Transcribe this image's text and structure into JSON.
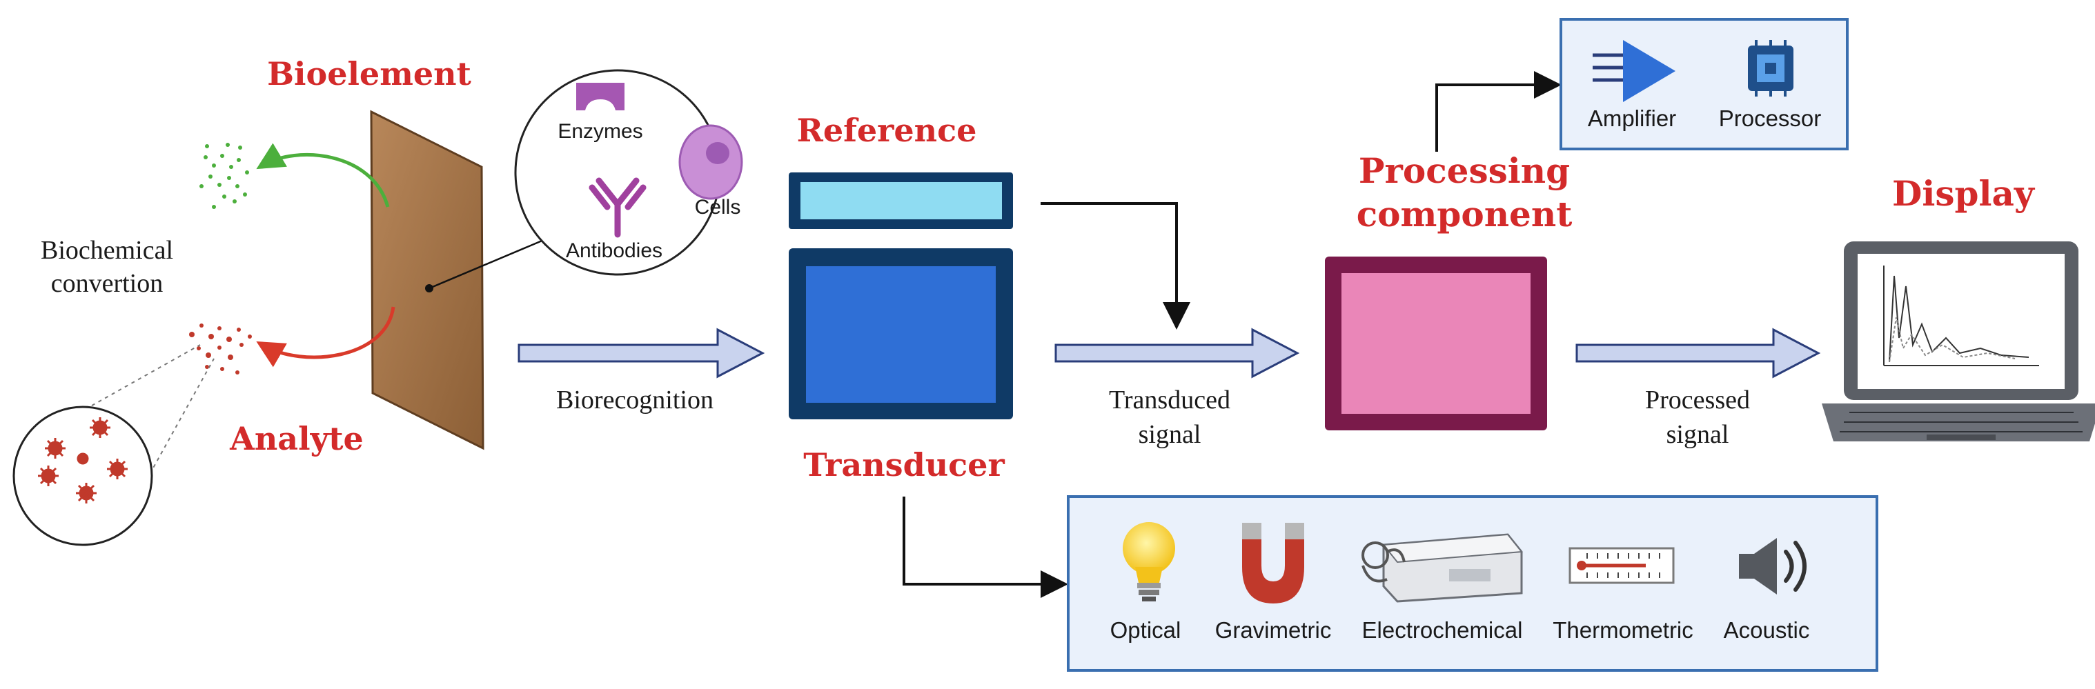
{
  "titles": {
    "bioelement": "Bioelement",
    "reference": "Reference",
    "analyte": "Analyte",
    "transducer": "Transducer",
    "processing_line1": "Processing",
    "processing_line2": "component",
    "display": "Display"
  },
  "bioelement_types": {
    "enzymes": "Enzymes",
    "cells": "Cells",
    "antibodies": "Antibodies"
  },
  "flow_labels": {
    "biochemical_line1": "Biochemical",
    "biochemical_line2": "convertion",
    "biorecognition": "Biorecognition",
    "transduced_line1": "Transduced",
    "transduced_line2": "signal",
    "processed_line1": "Processed",
    "processed_line2": "signal"
  },
  "processor_panel": {
    "amplifier": "Amplifier",
    "processor": "Processor"
  },
  "transducer_types": {
    "optical": "Optical",
    "gravimetric": "Gravimetric",
    "electrochemical": "Electrochemical",
    "thermometric": "Thermometric",
    "acoustic": "Acoustic"
  },
  "colors": {
    "title_red": "#d32a2a",
    "transducer_blue": "#2f6fd6",
    "transducer_dark": "#0f3a66",
    "reference_light": "#8fdcf2",
    "processing_pink": "#ea86b8",
    "processing_frame": "#7a1a4a",
    "panel_bg": "#eaf1fb",
    "panel_border": "#3a6fb0",
    "arrow_fill": "#c9d3ee",
    "arrow_stroke": "#2a3d7a",
    "bioelement_brown": "#a8774a",
    "analyte_red": "#c0392b",
    "green_arrow": "#4caf3c"
  }
}
